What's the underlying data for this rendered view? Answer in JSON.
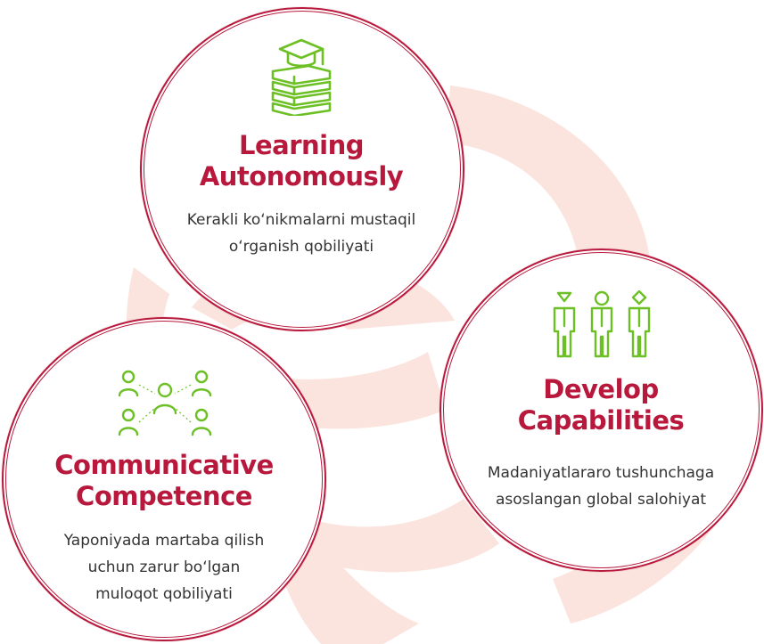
{
  "colors": {
    "accent": "#b8183c",
    "icon_green": "#6cc024",
    "swirl_fill": "#fbe4de"
  },
  "learning": {
    "icon": "books-graduation-cap-icon",
    "title_line1": "Learning",
    "title_line2": "Autonomously",
    "desc_line1": "Kerakli ko‘nikmalarni mustaqil",
    "desc_line2": "o‘rganish qobiliyati"
  },
  "develop": {
    "icon": "three-people-icon",
    "title_line1": "Develop",
    "title_line2": "Capabilities",
    "desc_line1": "Madaniyatlararo tushunchaga",
    "desc_line2": "asoslangan global salohiyat"
  },
  "communicative": {
    "icon": "people-network-icon",
    "title_line1": "Communicative",
    "title_line2": "Competence",
    "desc_line1": "Yaponiyada martaba qilish",
    "desc_line2": "uchun zarur bo‘lgan",
    "desc_line3": "muloqot qobiliyati"
  }
}
